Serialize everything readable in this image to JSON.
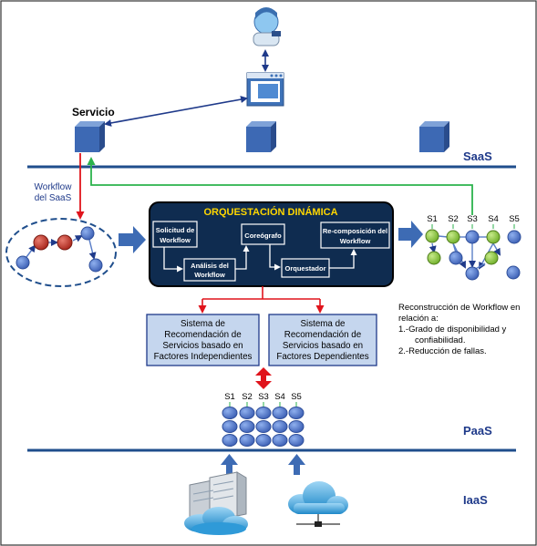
{
  "layers": {
    "saas": "SaaS",
    "paas": "PaaS",
    "iaas": "IaaS"
  },
  "labels": {
    "servicio": "Servicio",
    "workflow_saas_1": "Workflow",
    "workflow_saas_2": "del SaaS"
  },
  "orchestration": {
    "title": "ORQUESTACIÓN DINÁMICA",
    "solicitud_1": "Solicitud de",
    "solicitud_2": "Workflow",
    "analisis_1": "Análisis del",
    "analisis_2": "Workflow",
    "coreografo": "Coreógrafo",
    "orquestador": "Orquestador",
    "recomp_1": "Re-composición del",
    "recomp_2": "Workflow"
  },
  "recommenders": {
    "independent": [
      "Sistema de",
      "Recomendación de",
      "Servicios basado en",
      "Factores Independientes"
    ],
    "dependent": [
      "Sistema de",
      "Recomendación de",
      "Servicios basado en",
      "Factores Dependientes"
    ]
  },
  "services_top": [
    "S1",
    "S2",
    "S3",
    "S4",
    "S5"
  ],
  "services_bottom": [
    "S1",
    "S2",
    "S3",
    "S4",
    "S5"
  ],
  "reconstruction": {
    "line1": "Reconstrucción de Workflow en",
    "line2": "relación a:",
    "line3": "1.-Grado de disponibilidad y",
    "line4": "confiabilidad.",
    "line5": "2.-Reducción de fallas."
  },
  "colors": {
    "line_blue": "#1f3a8a",
    "dark_box": "#0f2c50",
    "red_arrow": "#e0141c",
    "green_arrow": "#2bb24c",
    "node_blue": "#4f74c8",
    "node_green": "#8cc63f",
    "node_red": "#c0392b",
    "box_fill": "#c5d6ee",
    "title_yellow": "#ffd700"
  }
}
